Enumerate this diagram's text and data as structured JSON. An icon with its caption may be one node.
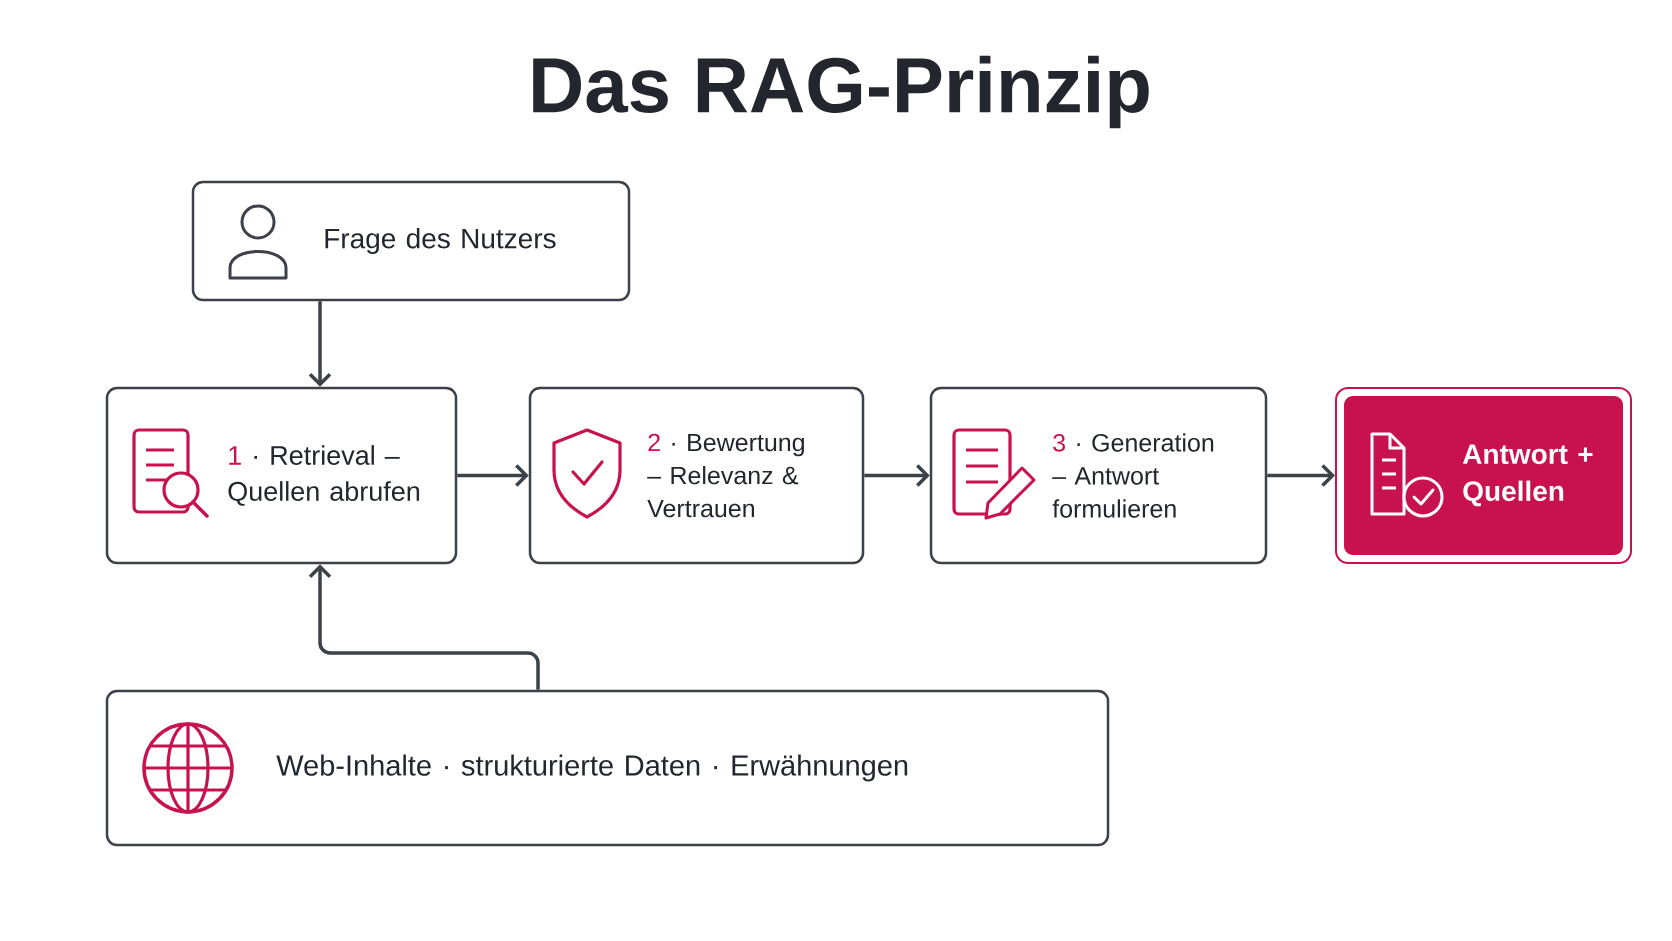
{
  "diagram": {
    "title": "Das RAG-Prinzip",
    "nodes": [
      {
        "text": [
          "Frage des Nutzers"
        ]
      },
      {
        "text": [
          "1",
          "· Retrieval – Quellen abrufen"
        ]
      },
      {
        "text": [
          "2",
          "· Bewertung – Relevanz & Vertrauen"
        ]
      },
      {
        "text": [
          "3",
          "· Generation – Antwort formulieren"
        ]
      },
      {
        "text": [
          "Antwort + Quellen"
        ]
      },
      {
        "text": [
          "Web-Inhalte · strukturierte Daten · Erwähnungen"
        ]
      }
    ],
    "edges": [
      {
        "from": 0,
        "to": 1,
        "arrow": "to"
      },
      {
        "from": 1,
        "to": 2,
        "arrow": "to"
      },
      {
        "from": 2,
        "to": 3,
        "arrow": "to"
      },
      {
        "from": 3,
        "to": 4,
        "arrow": "to"
      },
      {
        "from": 5,
        "to": 1,
        "arrow": "to"
      }
    ]
  }
}
